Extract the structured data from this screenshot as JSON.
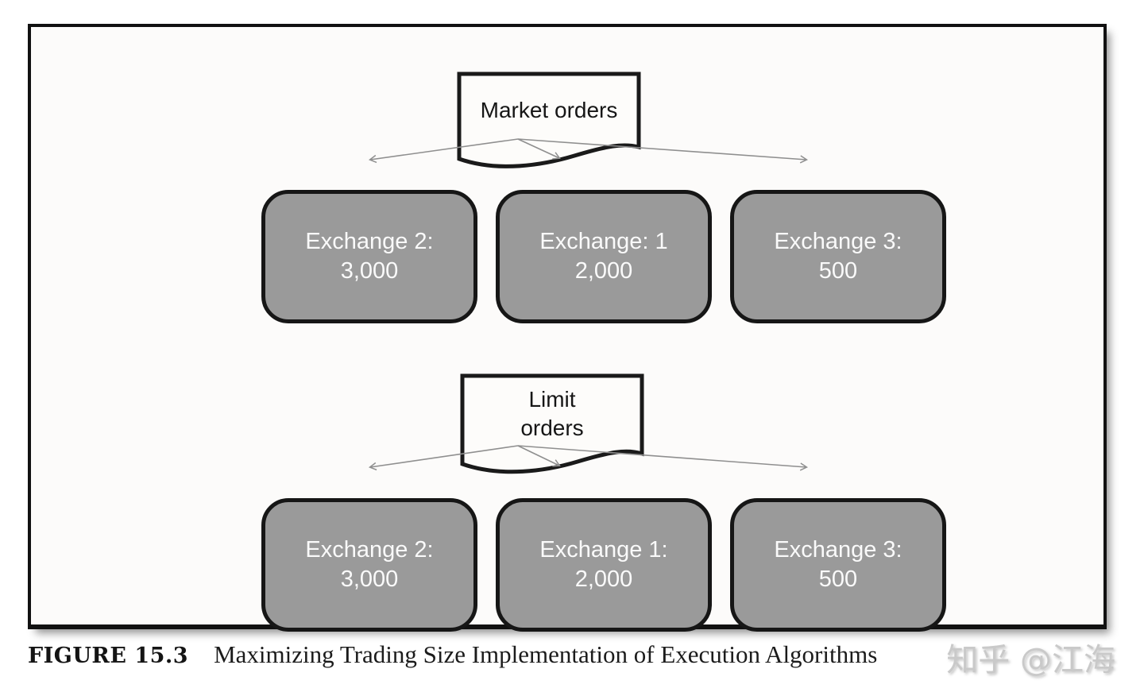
{
  "figure": {
    "caption_label": "FIGURE 15.3",
    "caption_text": "Maximizing Trading Size Implementation of Execution Algorithms",
    "watermark": "知乎 @江海"
  },
  "market_flow": {
    "source_label": "Market orders",
    "targets": [
      {
        "line1": "Exchange 2:",
        "line2": "3,000"
      },
      {
        "line1": "Exchange: 1",
        "line2": "2,000"
      },
      {
        "line1": "Exchange 3:",
        "line2": "500"
      }
    ]
  },
  "limit_flow": {
    "source_label": "Limit\norders",
    "targets": [
      {
        "line1": "Exchange 2:",
        "line2": "3,000"
      },
      {
        "line1": "Exchange 1:",
        "line2": "2,000"
      },
      {
        "line1": "Exchange 3:",
        "line2": "500"
      }
    ]
  },
  "colors": {
    "box_fill": "#9a9a9a",
    "box_border": "#161616",
    "box_text": "#fafafa",
    "doc_fill": "#fdfcfa",
    "doc_border": "#1a1a1a",
    "arrow": "#8f8f8f",
    "frame_border": "#111111",
    "frame_background": "#fcfbfa",
    "watermark_color": "#c9c9c9"
  }
}
